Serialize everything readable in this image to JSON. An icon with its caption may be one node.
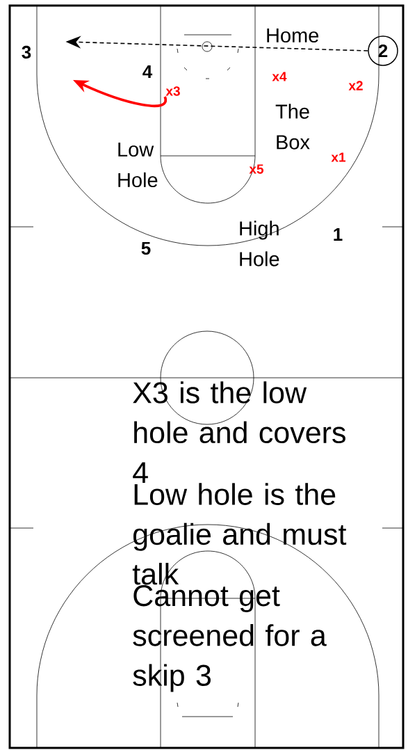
{
  "diagram": {
    "nodes": [
      {
        "text": [
          "3"
        ]
      },
      {
        "text": [
          "2"
        ]
      },
      {
        "text": [
          "x3"
        ]
      }
    ],
    "edges": [
      {
        "from": 1,
        "to": 0,
        "arrow": "to",
        "style": "dashed"
      },
      {
        "from": 2,
        "to": null,
        "arrow": "to",
        "style": "thick",
        "color": "#ff0000"
      }
    ],
    "labels": [
      "Home",
      "4",
      "x4",
      "x2",
      "The Box",
      "x1",
      "Low Hole",
      "x5",
      "High Hole",
      "1",
      "5",
      "X3 is the low hole and covers 4",
      "Low hole is the goalie and must talk",
      "Cannot get screened for a skip 3"
    ]
  }
}
